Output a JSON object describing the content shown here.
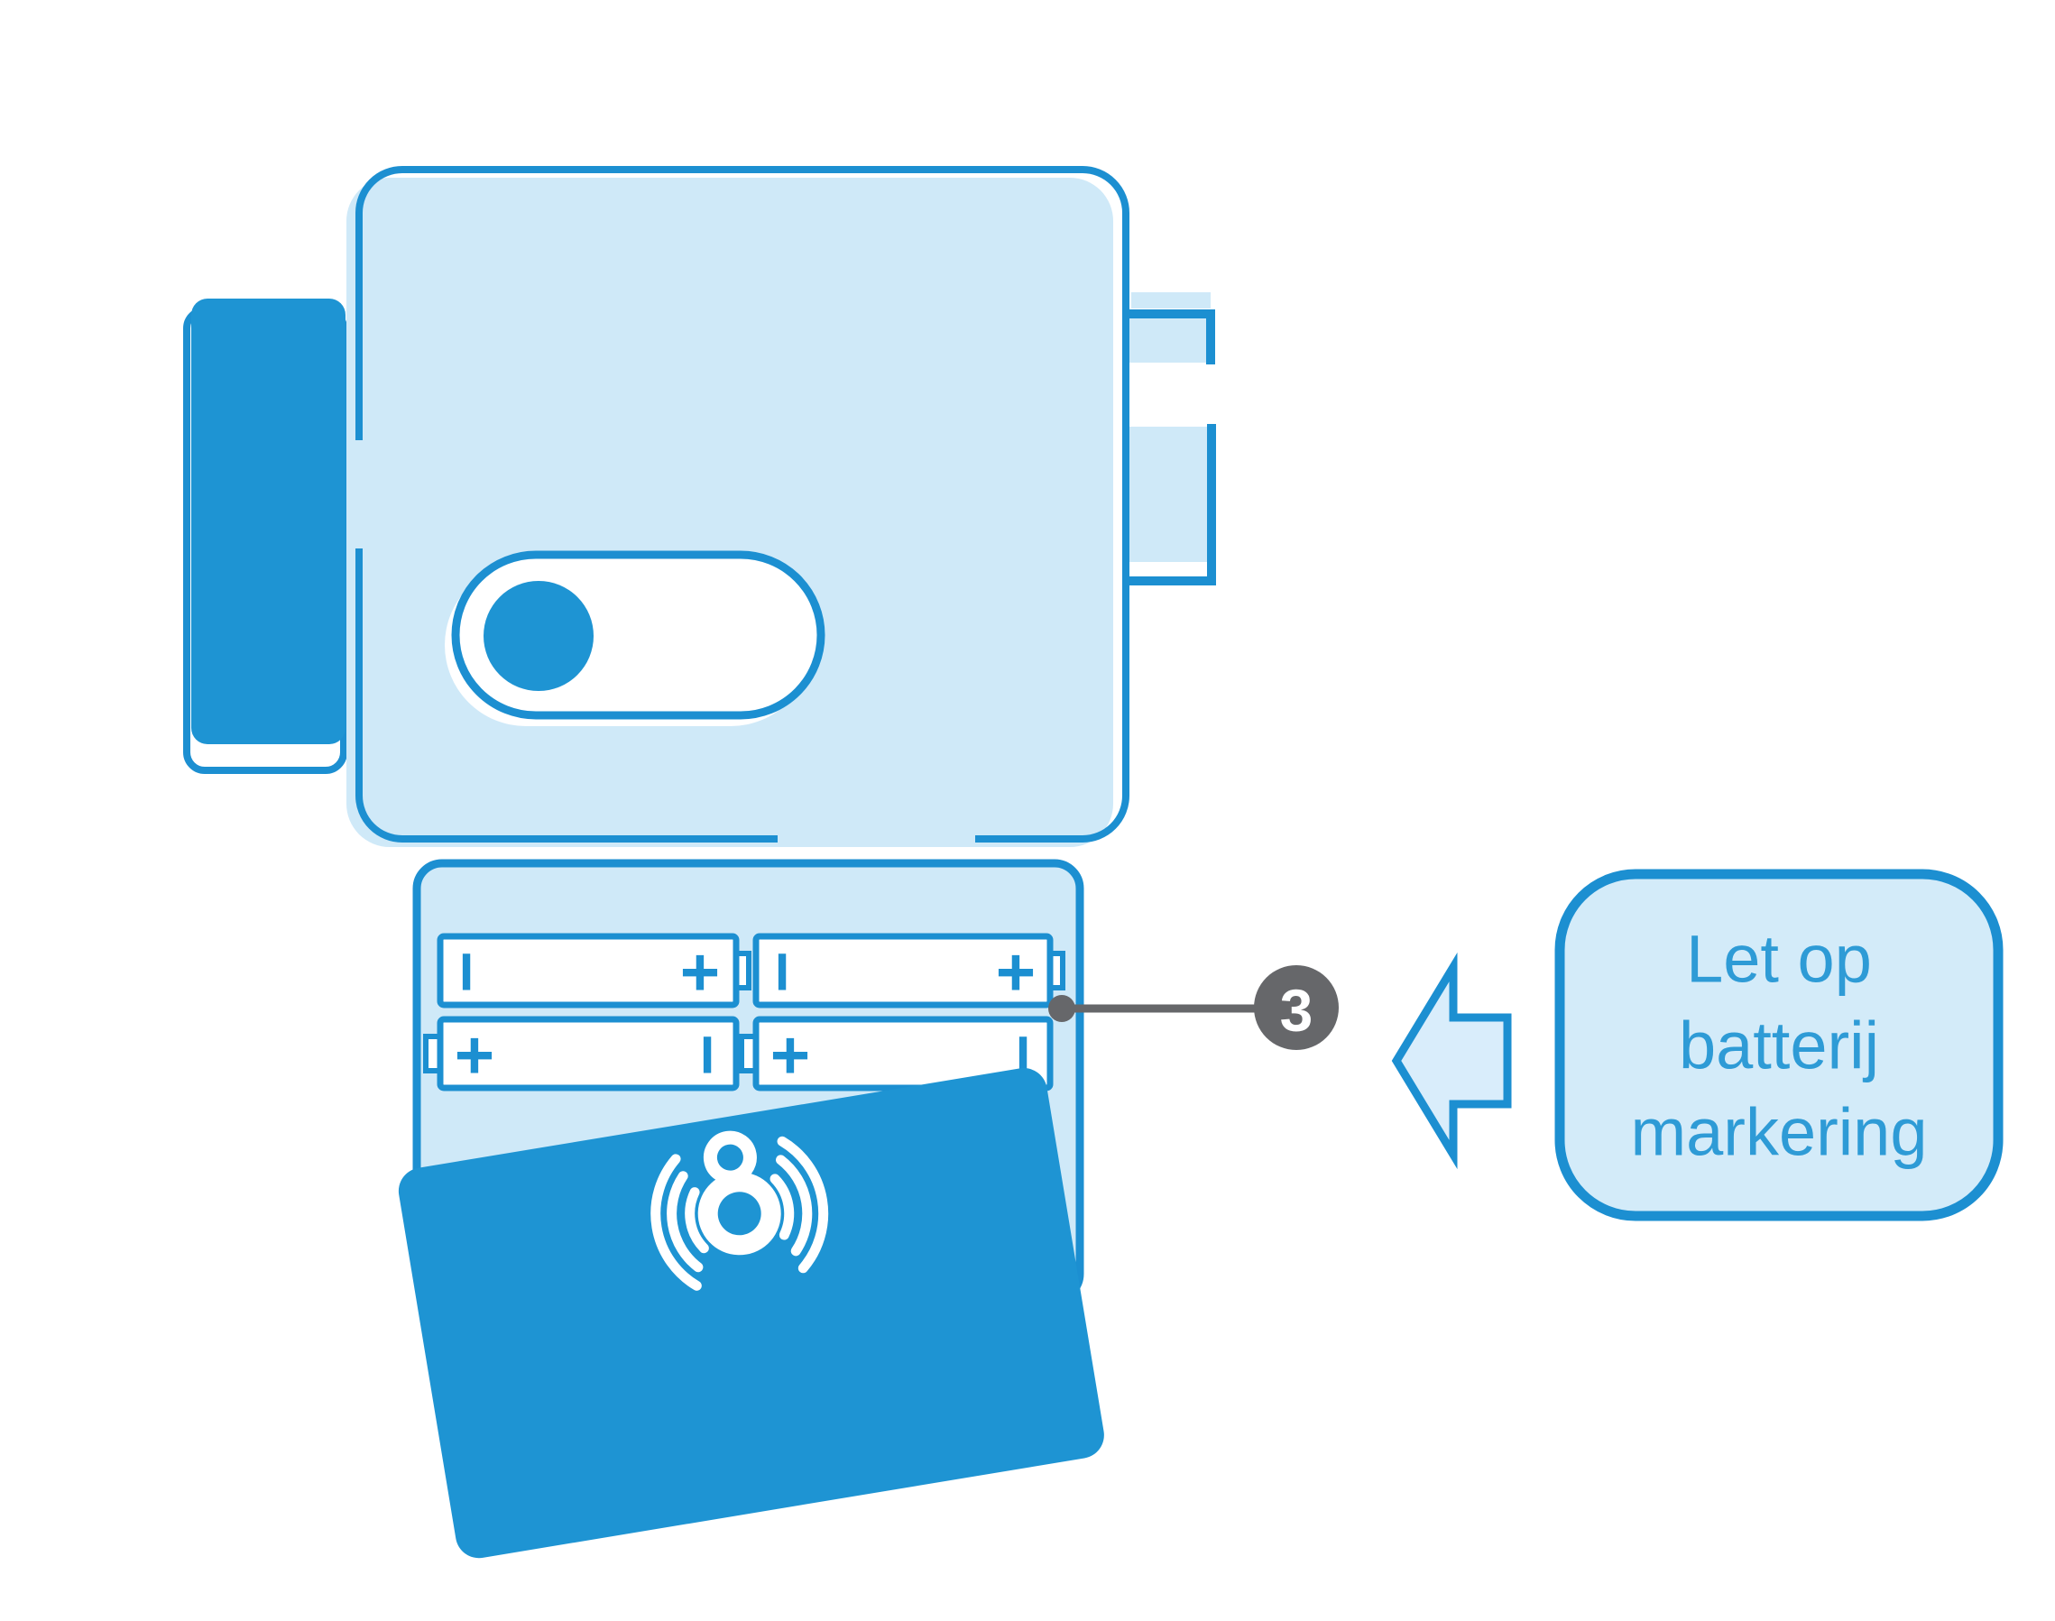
{
  "diagram": {
    "description_hint": "instruction illustration of a smart door lock, open battery compartment with four batteries, access card and step callout",
    "step_badge": {
      "number": "3"
    },
    "callout": {
      "lines": [
        "Let op",
        "batterij",
        "markering"
      ],
      "full_text": "Let op batterij markering"
    },
    "batteries": [
      {
        "position": "top-left",
        "left_mark": "I",
        "right_mark": "+",
        "terminal_nub": "right"
      },
      {
        "position": "top-right",
        "left_mark": "I",
        "right_mark": "+",
        "terminal_nub": "right"
      },
      {
        "position": "bottom-left",
        "left_mark": "+",
        "right_mark": "I",
        "terminal_nub": "left"
      },
      {
        "position": "bottom-right",
        "left_mark": "+",
        "right_mark": "I",
        "terminal_nub": "left"
      }
    ],
    "icons": {
      "card_icon": "wireless-lock-icon",
      "pointer_icon": "arrow-left-icon"
    },
    "colors": {
      "stroke_blue": "#1c8fd1",
      "fill_blue": "#1e94d3",
      "light_blue": "#cfe9f8",
      "lighter_blue": "#e2f2fb",
      "gray": "#66676a",
      "white": "#ffffff",
      "text_blue": "#2e9bd6"
    }
  }
}
